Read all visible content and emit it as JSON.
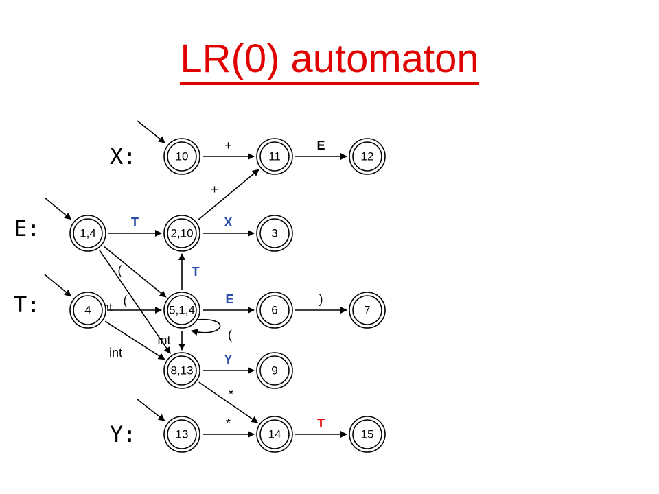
{
  "title": "LR(0) automaton",
  "colors": {
    "title": "#e00000",
    "nonterminal_label": "#2b4ea8",
    "terminal_label": "#000000",
    "accent_label": "#e00000"
  },
  "group_labels": [
    {
      "id": "X",
      "text": "X:"
    },
    {
      "id": "E",
      "text": "E:"
    },
    {
      "id": "T",
      "text": "T:"
    },
    {
      "id": "Y",
      "text": "Y:"
    }
  ],
  "nodes": [
    {
      "id": "n10",
      "label": "10",
      "start": true
    },
    {
      "id": "n11",
      "label": "11"
    },
    {
      "id": "n12",
      "label": "12"
    },
    {
      "id": "n14a",
      "label": "1,4",
      "start": true
    },
    {
      "id": "n210",
      "label": "2,10"
    },
    {
      "id": "n3",
      "label": "3"
    },
    {
      "id": "n4",
      "label": "4",
      "start": true
    },
    {
      "id": "n514",
      "label": "5,1,4"
    },
    {
      "id": "n6",
      "label": "6"
    },
    {
      "id": "n7",
      "label": "7"
    },
    {
      "id": "n813",
      "label": "8,13"
    },
    {
      "id": "n9",
      "label": "9"
    },
    {
      "id": "n13",
      "label": "13",
      "start": true
    },
    {
      "id": "n14",
      "label": "14"
    },
    {
      "id": "n15",
      "label": "15"
    }
  ],
  "edges": [
    {
      "from": "n10",
      "to": "n11",
      "label": "+",
      "style": "terminal"
    },
    {
      "from": "n11",
      "to": "n12",
      "label": "E",
      "style": "nonterminal-bold"
    },
    {
      "from": "n210",
      "to": "n11",
      "label": "+",
      "style": "terminal"
    },
    {
      "from": "n14a",
      "to": "n210",
      "label": "T",
      "style": "nonterminal"
    },
    {
      "from": "n210",
      "to": "n3",
      "label": "X",
      "style": "nonterminal"
    },
    {
      "from": "n14a",
      "to": "n514",
      "label": "(",
      "style": "terminal"
    },
    {
      "from": "n14a",
      "to": "n813",
      "label": "int",
      "style": "terminal"
    },
    {
      "from": "n514",
      "to": "n210",
      "label": "T",
      "style": "nonterminal"
    },
    {
      "from": "n4",
      "to": "n514",
      "label": "(",
      "style": "terminal"
    },
    {
      "from": "n4",
      "to": "n813",
      "label": "int",
      "style": "terminal"
    },
    {
      "from": "n514",
      "to": "n6",
      "label": "E",
      "style": "nonterminal"
    },
    {
      "from": "n514",
      "to": "n514",
      "label": "(",
      "style": "terminal"
    },
    {
      "from": "n514",
      "to": "n813",
      "label": "int",
      "style": "terminal"
    },
    {
      "from": "n6",
      "to": "n7",
      "label": ")",
      "style": "terminal"
    },
    {
      "from": "n813",
      "to": "n9",
      "label": "Y",
      "style": "nonterminal"
    },
    {
      "from": "n813",
      "to": "n14",
      "label": "*",
      "style": "terminal"
    },
    {
      "from": "n13",
      "to": "n14",
      "label": "*",
      "style": "terminal"
    },
    {
      "from": "n14",
      "to": "n15",
      "label": "T",
      "style": "accent"
    }
  ]
}
